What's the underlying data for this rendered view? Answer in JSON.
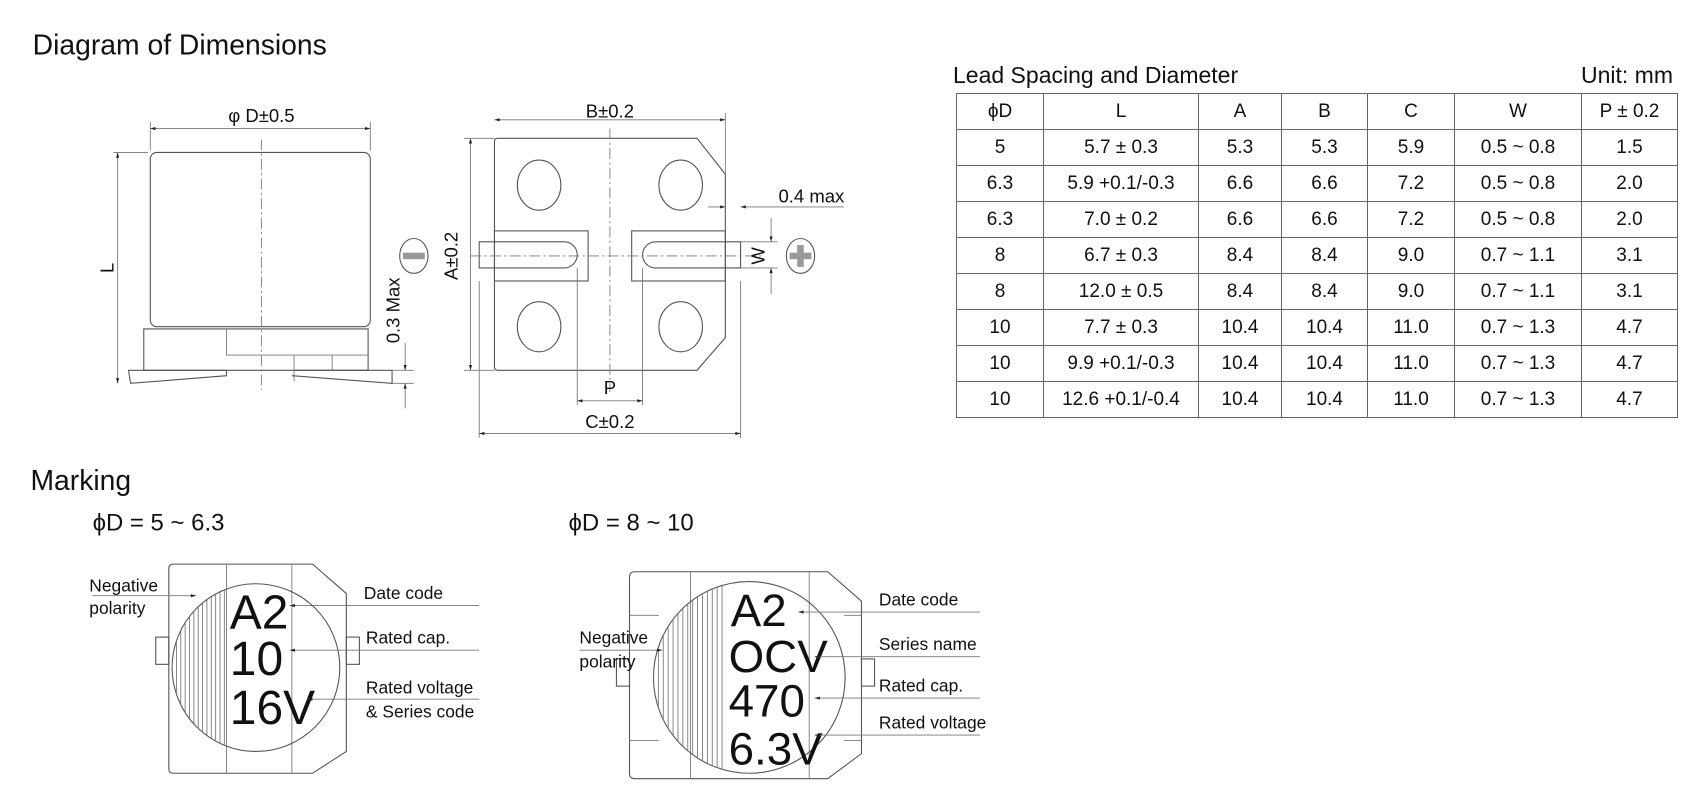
{
  "dimensions": {
    "title": "Diagram of Dimensions",
    "labels": {
      "phiD": "φ D±0.5",
      "L": "L",
      "max03": "0.3 Max",
      "B": "B±0.2",
      "A": "A±0.2",
      "C": "C±0.2",
      "P": "P",
      "W": "W",
      "max04": "0.4 max"
    }
  },
  "table": {
    "title": "Lead Spacing and Diameter",
    "unit": "Unit: mm",
    "headers": [
      "ϕD",
      "L",
      "A",
      "B",
      "C",
      "W",
      "P ± 0.2"
    ],
    "rows": [
      [
        "5",
        "5.7 ± 0.3",
        "5.3",
        "5.3",
        "5.9",
        "0.5 ~ 0.8",
        "1.5"
      ],
      [
        "6.3",
        "5.9 +0.1/-0.3",
        "6.6",
        "6.6",
        "7.2",
        "0.5 ~ 0.8",
        "2.0"
      ],
      [
        "6.3",
        "7.0 ± 0.2",
        "6.6",
        "6.6",
        "7.2",
        "0.5 ~ 0.8",
        "2.0"
      ],
      [
        "8",
        "6.7 ± 0.3",
        "8.4",
        "8.4",
        "9.0",
        "0.7 ~ 1.1",
        "3.1"
      ],
      [
        "8",
        "12.0 ± 0.5",
        "8.4",
        "8.4",
        "9.0",
        "0.7 ~ 1.1",
        "3.1"
      ],
      [
        "10",
        "7.7 ± 0.3",
        "10.4",
        "10.4",
        "11.0",
        "0.7 ~ 1.3",
        "4.7"
      ],
      [
        "10",
        "9.9 +0.1/-0.3",
        "10.4",
        "10.4",
        "11.0",
        "0.7 ~ 1.3",
        "4.7"
      ],
      [
        "10",
        "12.6 +0.1/-0.4",
        "10.4",
        "10.4",
        "11.0",
        "0.7 ~ 1.3",
        "4.7"
      ]
    ]
  },
  "marking": {
    "title": "Marking",
    "small": {
      "heading": "ϕD = 5 ~ 6.3",
      "lines": [
        "A2",
        "10",
        "16V"
      ],
      "neg1": "Negative",
      "neg2": "polarity",
      "date": "Date code",
      "cap": "Rated cap.",
      "volt1": "Rated voltage",
      "volt2": "& Series code"
    },
    "large": {
      "heading": "ϕD = 8 ~ 10",
      "lines": [
        "A2",
        "OCV",
        "470",
        "6.3V"
      ],
      "neg1": "Negative",
      "neg2": "polarity",
      "date": "Date code",
      "series": "Series name",
      "cap": "Rated cap.",
      "volt": "Rated voltage"
    }
  }
}
